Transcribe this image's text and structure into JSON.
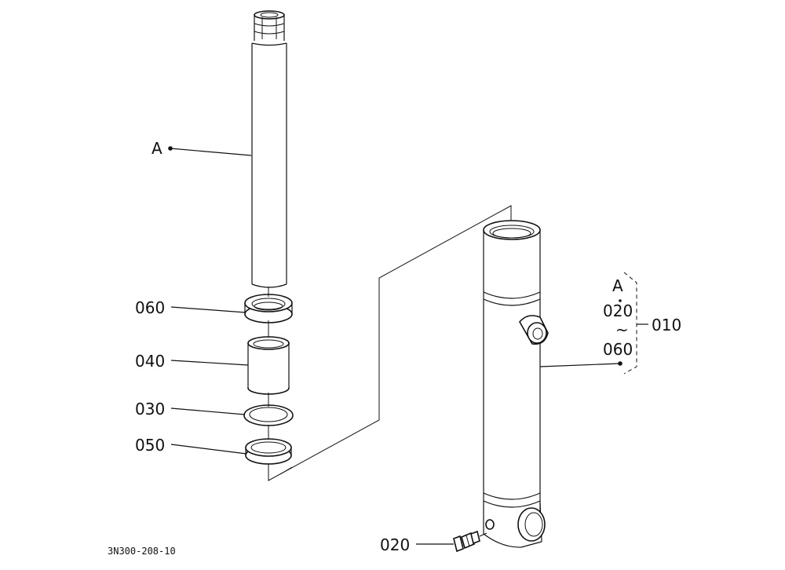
{
  "labels": {
    "a_top": "A",
    "p060": "060",
    "p040": "040",
    "p030": "030",
    "p050": "050",
    "p020_bottom": "020",
    "p010": "010",
    "bracket_a": "A",
    "bracket_020": "020",
    "bracket_tilde": "~",
    "bracket_060": "060",
    "drawing_no": "3N300-208-10"
  }
}
